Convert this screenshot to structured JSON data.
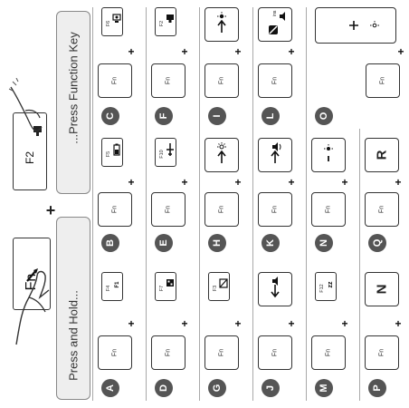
{
  "instructions": {
    "press_hold_text": "Press and Hold...",
    "press_function_text": "...Press Function Key",
    "fn_key_label": "Fn",
    "f2_key_label": "F2",
    "plus": "+"
  },
  "fn_label": "Fn",
  "plus": "+",
  "combos": [
    {
      "letter": "A",
      "fkey": "F4",
      "icon": "f1"
    },
    {
      "letter": "B",
      "fkey": "F5",
      "icon": "battery"
    },
    {
      "letter": "C",
      "fkey": "F6",
      "icon": "display-lock"
    },
    {
      "letter": "D",
      "fkey": "F7",
      "icon": "display-switch"
    },
    {
      "letter": "E",
      "fkey": "F10",
      "icon": "airplane"
    },
    {
      "letter": "F",
      "fkey": "F2",
      "icon": "monitor"
    },
    {
      "letter": "G",
      "fkey": "F3",
      "icon": "touchpad-off"
    },
    {
      "letter": "H",
      "icon": "arrow-brightness-up"
    },
    {
      "letter": "I",
      "icon": "arrow-brightness-down"
    },
    {
      "letter": "J",
      "icon": "arrow-volume-down"
    },
    {
      "letter": "K",
      "icon": "arrow-volume-up"
    },
    {
      "letter": "L",
      "icon": "mute-ins"
    },
    {
      "letter": "M",
      "fkey": "F12",
      "icon": "sleep"
    },
    {
      "letter": "N",
      "icon": "minus-brightness"
    },
    {
      "letter": "O",
      "icon": "plus-brightness"
    },
    {
      "letter": "P",
      "key": "N"
    },
    {
      "letter": "Q",
      "key": "R"
    }
  ]
}
